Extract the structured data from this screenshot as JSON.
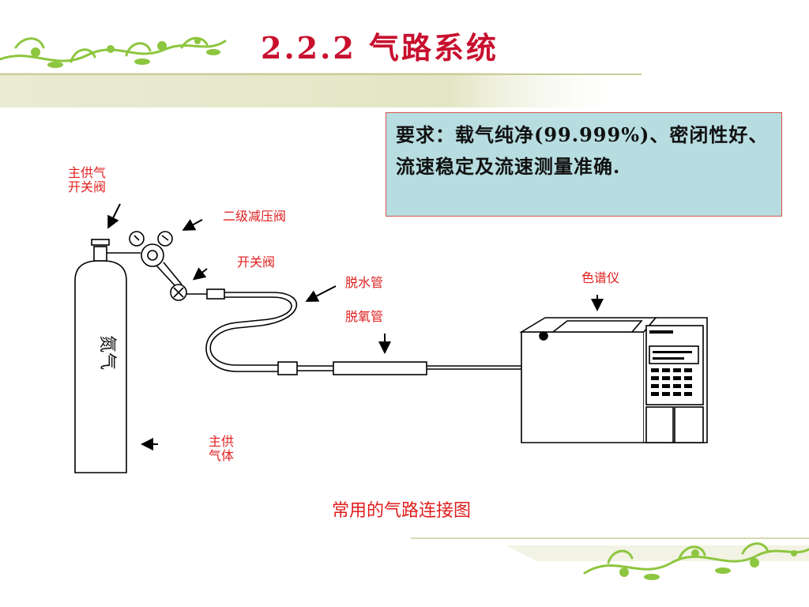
{
  "title": "2.2.2 气路系统",
  "requirement_text": "要求：载气纯净(99.999%)、密闭性好、流速稳定及流速测量准确.",
  "labels": {
    "main_valve_line1": "主供气",
    "main_valve_line2": "开关阀",
    "regulator": "二级减压阀",
    "switch_valve": "开关阀",
    "dehydration_tube": "脱水管",
    "deoxygen_tube": "脱氧管",
    "chromatograph": "色谱仪",
    "main_supply_line1": "主供",
    "main_supply_line2": "气体",
    "cylinder_text": "氮气"
  },
  "caption": "常用的气路连接图",
  "colors": {
    "title": "#c8102e",
    "label": "#e01e1e",
    "box_bg": "#b7dde0",
    "box_border": "#d9534f",
    "decor": "#8dc63f"
  }
}
